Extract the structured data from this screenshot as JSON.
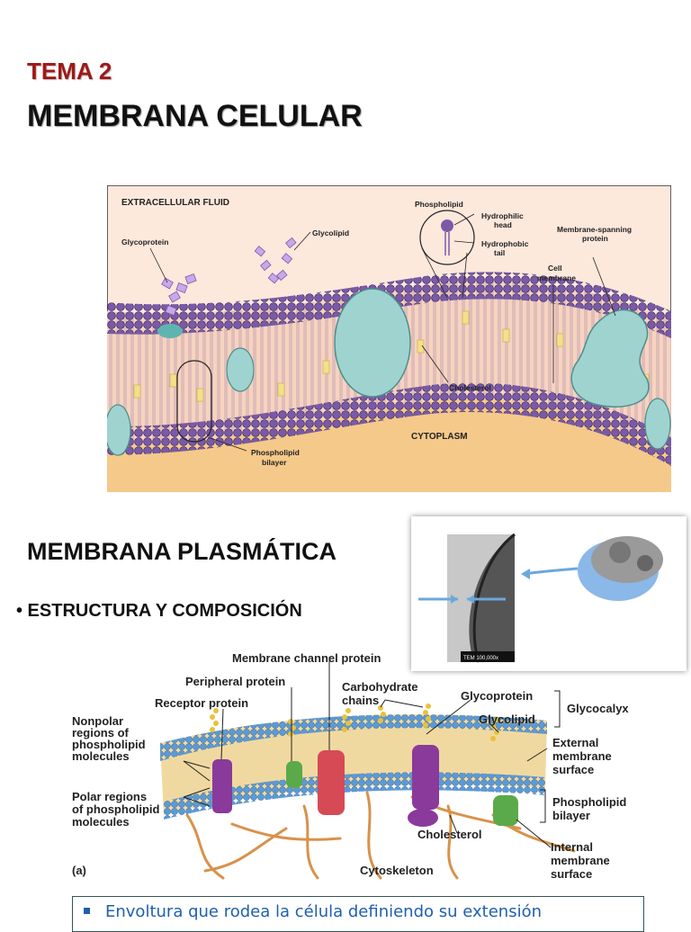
{
  "header": {
    "tema": "TEMA 2",
    "title": "MEMBRANA CELULAR"
  },
  "figure1": {
    "extracellular": "EXTRACELLULAR FLUID",
    "glycoprotein": "Glycoprotein",
    "glycolipid": "Glycolipid",
    "phospholipid": "Phospholipid",
    "hydrophilic": [
      "Hydrophilic",
      "head"
    ],
    "hydrophobic": [
      "Hydrophobic",
      "tail"
    ],
    "spanning": [
      "Membrane-spanning",
      "protein"
    ],
    "cell_membrane": [
      "Cell",
      "membrane"
    ],
    "cholesterol": "Cholesterol",
    "cytoplasm": "CYTOPLASM",
    "bilayer": [
      "Phospholipid",
      "bilayer"
    ]
  },
  "section": {
    "title": "MEMBRANA PLASMÁTICA",
    "bullet": "• ESTRUCTURA Y COMPOSICIÓN"
  },
  "tem": {
    "label": "TEM 100,000x"
  },
  "figure2": {
    "channel": "Membrane channel protein",
    "peripheral": "Peripheral protein",
    "receptor": "Receptor protein",
    "carbohydrate": [
      "Carbohydrate",
      "chains"
    ],
    "glycoprotein": "Glycoprotein",
    "glycolipid": "Glycolipid",
    "glycocalyx": "Glycocalyx",
    "nonpolar": [
      "Nonpolar",
      "regions of",
      "phospholipid",
      "molecules"
    ],
    "external": [
      "External",
      "membrane",
      "surface"
    ],
    "polar": [
      "Polar regions",
      "of phospholipid",
      "molecules"
    ],
    "bilayer": [
      "Phospholipid",
      "bilayer"
    ],
    "cholesterol": "Cholesterol",
    "internal": [
      "Internal",
      "membrane",
      "surface"
    ],
    "panel": "(a)",
    "cytoskeleton": "Cytoskeleton"
  },
  "note": {
    "text": "Envoltura que rodea la célula definiendo su extensión"
  }
}
